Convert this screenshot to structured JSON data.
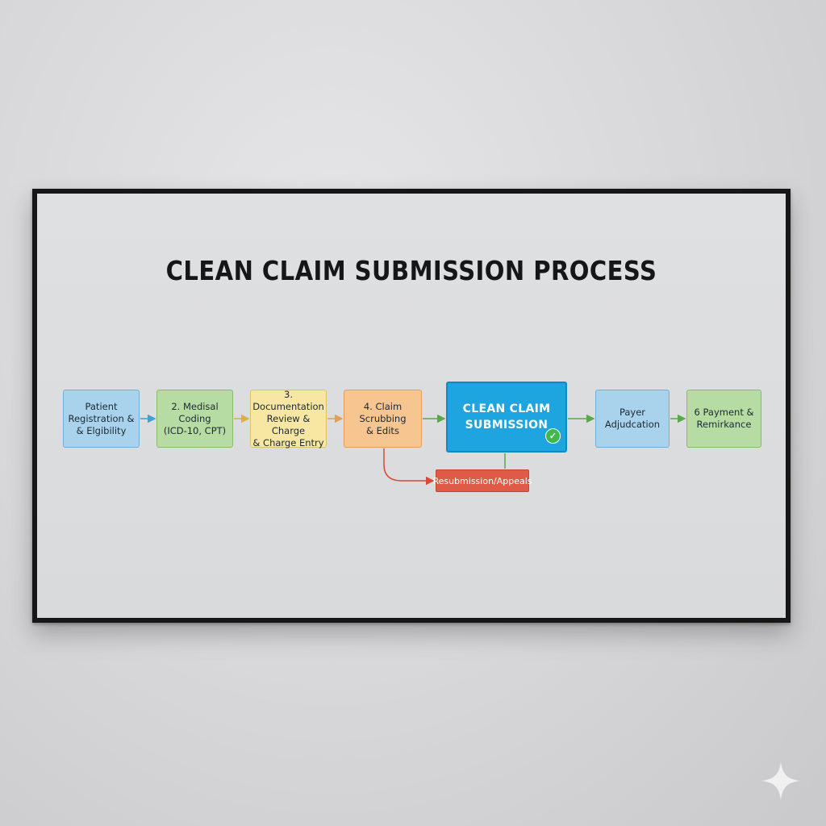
{
  "title": "CLEAN CLAIM SUBMISSION PROCESS",
  "steps": [
    {
      "label": "Patient\nRegistration &\n& Elgibility",
      "color": "#a9d3ec"
    },
    {
      "label": "2. Medisal Coding\n(ICD-10, CPT)",
      "color": "#b7dca3"
    },
    {
      "label": "3. Documentation\nReview & Charge\n& Charge Entry",
      "color": "#f7e7a2"
    },
    {
      "label": "4. Claim Scrubbing\n& Edits",
      "color": "#f7c58f"
    },
    {
      "label": "CLEAN CLAIM\nSUBMISSION",
      "color": "#1ea5df"
    },
    {
      "label": "Payer\nAdjudcation",
      "color": "#a9d3ec"
    },
    {
      "label": "6 Payment &\nRemirkance",
      "color": "#b7dca3"
    }
  ],
  "loop": {
    "label": "Resubmission/Appeals",
    "color": "#e05a48"
  },
  "icons": {
    "check": "check-icon",
    "watermark": "sparkle-icon"
  }
}
